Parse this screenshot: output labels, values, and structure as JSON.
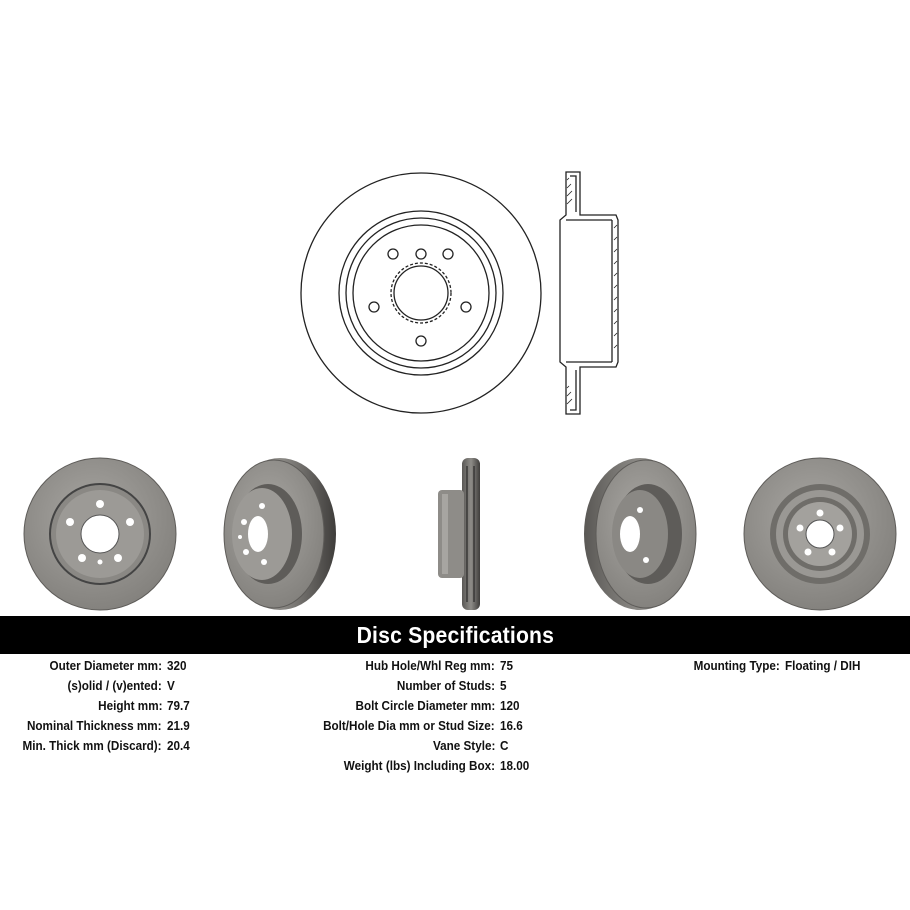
{
  "banner": {
    "title": "Disc Specifications"
  },
  "specs": {
    "col1": [
      {
        "label": "Outer Diameter mm:",
        "value": "320"
      },
      {
        "label": "(s)olid / (v)ented:",
        "value": "V"
      },
      {
        "label": "Height mm:",
        "value": "79.7"
      },
      {
        "label": "Nominal Thickness mm:",
        "value": "21.9"
      },
      {
        "label": "Min. Thick mm (Discard):",
        "value": "20.4"
      }
    ],
    "col2": [
      {
        "label": "Hub Hole/Whl Reg mm:",
        "value": "75"
      },
      {
        "label": "Number of Studs:",
        "value": "5"
      },
      {
        "label": "Bolt Circle Diameter mm:",
        "value": "120"
      },
      {
        "label": "Bolt/Hole Dia mm or Stud Size:",
        "value": "16.6"
      },
      {
        "label": "Vane Style:",
        "value": "C"
      },
      {
        "label": "Weight (lbs) Including Box:",
        "value": "18.00"
      }
    ],
    "col3": [
      {
        "label": "Mounting Type:",
        "value": "Floating / DIH"
      }
    ]
  },
  "colors": {
    "banner_bg": "#000000",
    "banner_text": "#ffffff",
    "rotor_gray": "#8c8a86"
  }
}
